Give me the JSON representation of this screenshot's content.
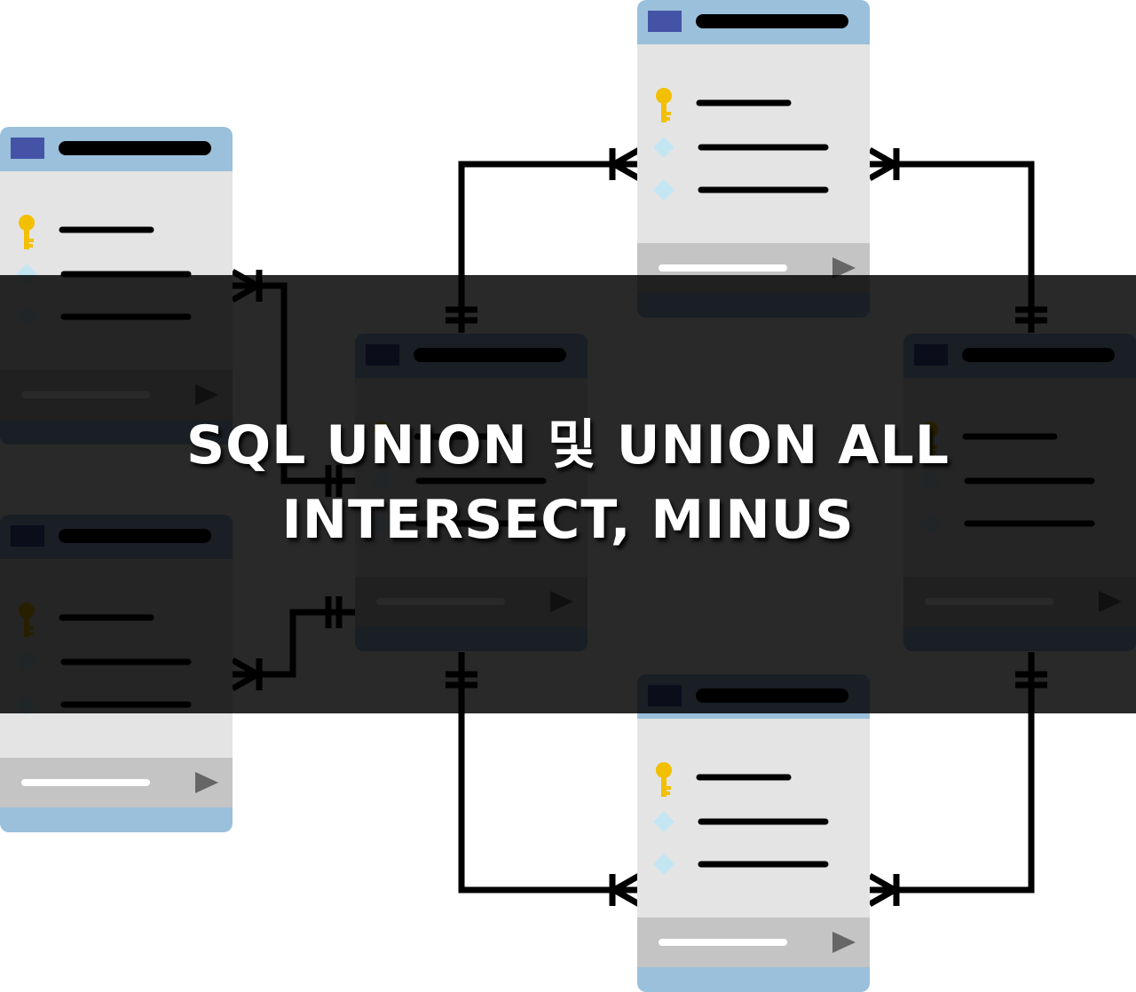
{
  "title": {
    "line1": "SQL UNION 및 UNION ALL",
    "line2": "INTERSECT, MINUS"
  },
  "diagram": {
    "table_count": 6,
    "rows_per_table": 3,
    "row_icons": [
      "key-icon",
      "diamond-icon",
      "diamond-icon"
    ],
    "footer_icon": "play-triangle-icon",
    "colors": {
      "header_bar": "#9ac0dc",
      "header_square": "#4453a6",
      "body": "#e4e4e4",
      "footer": "#c4c4c4",
      "bottom_bar": "#9ac0dc",
      "key": "#f2c000",
      "diamond": "#c4e6f2",
      "play": "#666666",
      "line": "#000000",
      "banner": "rgba(0,0,0,0.84)"
    }
  }
}
